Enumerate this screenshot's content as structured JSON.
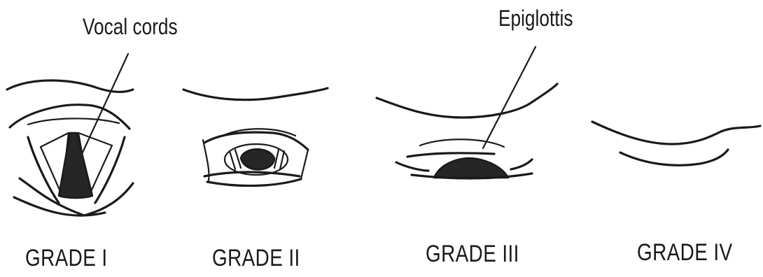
{
  "callouts": {
    "vocal_cords": "Vocal cords",
    "epiglottis": "Epiglottis"
  },
  "grades": {
    "grade1": "GRADE I",
    "grade2": "GRADE II",
    "grade3": "GRADE III",
    "grade4": "GRADE IV"
  }
}
